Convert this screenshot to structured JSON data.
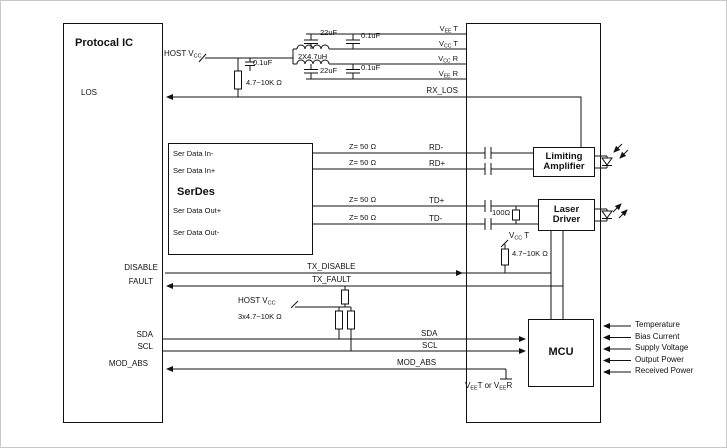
{
  "style": {
    "ink": "#111111",
    "background": "#ffffff"
  },
  "diagram": {
    "protocol_ic": {
      "title": "Protocal IC",
      "los": "LOS",
      "disable": "DISABLE",
      "fault": "FAULT",
      "sda": "SDA",
      "scl": "SCL",
      "mod_abs": "MOD_ABS"
    },
    "top": {
      "host_vcc_base": "HOST V",
      "host_vcc_sub": "CC",
      "cap_01_a": "0.1uF",
      "res_pullup": "4.7~10K Ω",
      "inductors": "2X4.7uH",
      "cap_22_a": "22uF",
      "cap_01_b": "0.1uF",
      "cap_22_b": "22uF",
      "cap_01_c": "0.1uF"
    },
    "rails": {
      "vee_t": {
        "base": "V",
        "sub": "EE",
        "suffix": "T"
      },
      "vcc_t": {
        "base": "V",
        "sub": "CC",
        "suffix": "T"
      },
      "vcc_r": {
        "base": "V",
        "sub": "CC",
        "suffix": "R"
      },
      "vee_r": {
        "base": "V",
        "sub": "EE",
        "suffix": "R"
      },
      "rx_los": "RX_LOS"
    },
    "serdes": {
      "title": "SerDes",
      "in_minus": "Ser Data In-",
      "in_plus": "Ser Data In+",
      "out_plus": "Ser Data Out+",
      "out_minus": "Ser Data Out-"
    },
    "tlines": {
      "z50": "Z= 50 Ω",
      "rd_minus": "RD-",
      "rd_plus": "RD+",
      "td_plus": "TD+",
      "td_minus": "TD-"
    },
    "blocks": {
      "limiting_line1": "Limiting",
      "limiting_line2": "Amplifier",
      "laser_line1": "Laser",
      "laser_line2": "Driver",
      "mcu": "MCU"
    },
    "mid": {
      "r100": "100Ω",
      "vcc_t_base": "V",
      "vcc_t_sub": "CC",
      "vcc_t_suffix": "T",
      "r_pullup": "4.7~10K Ω"
    },
    "signals": {
      "tx_disable": "TX_DISABLE",
      "tx_fault": "TX_FAULT",
      "sda": "SDA",
      "scl": "SCL",
      "mod_abs": "MOD_ABS"
    },
    "pullups": {
      "host_vcc_base": "HOST V",
      "host_vcc_sub": "CC",
      "value": "3x4.7~10K Ω"
    },
    "bottom": {
      "base1": "V",
      "sub1": "EE",
      "mid": "T or V",
      "sub2": "EE",
      "suffix": "R"
    },
    "mcu_outputs": [
      "Temperature",
      "Bias Current",
      "Supply Voltage",
      "Output Power",
      "Received Power"
    ]
  }
}
